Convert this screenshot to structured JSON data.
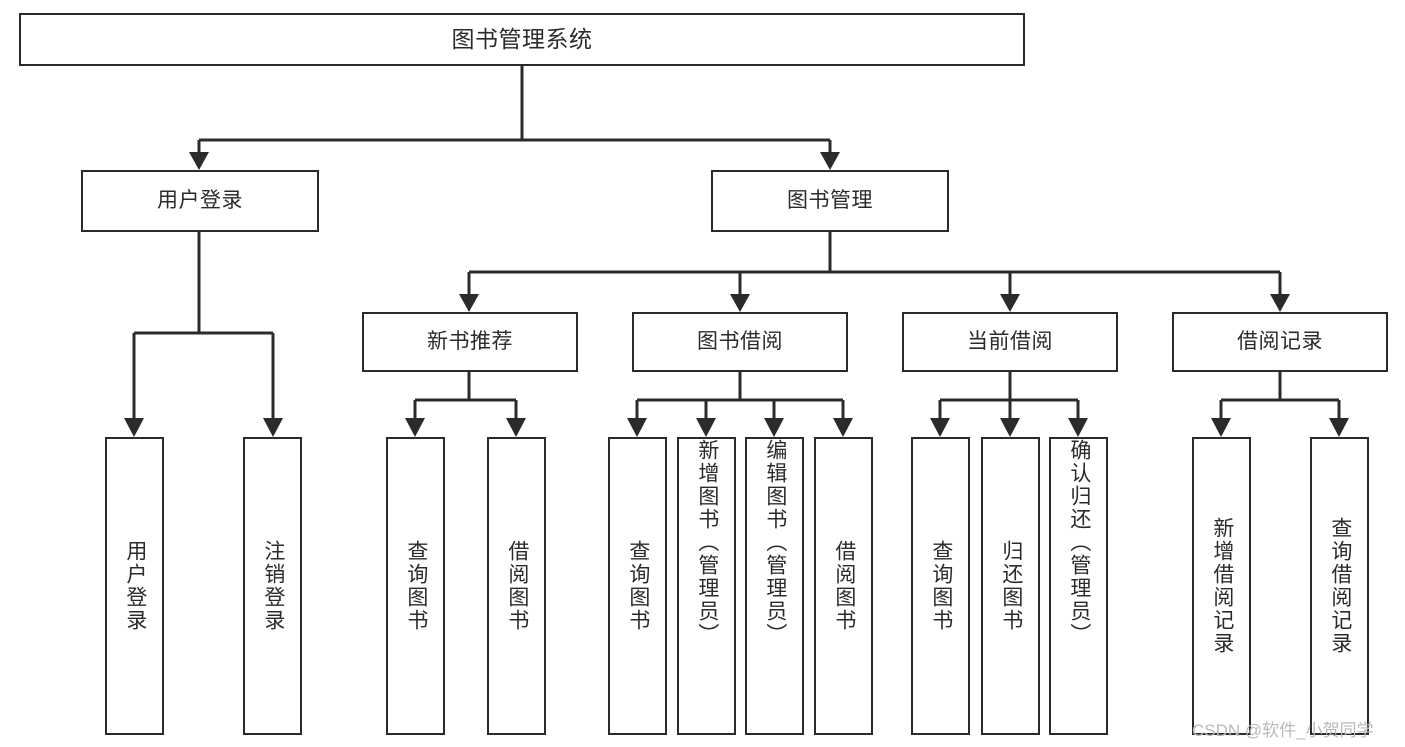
{
  "diagram": {
    "title_node": {
      "label": "图书管理系统"
    },
    "level1": [
      {
        "id": "user-login",
        "label": "用户登录"
      },
      {
        "id": "book-management",
        "label": "图书管理"
      }
    ],
    "level2": [
      {
        "id": "new-book-recommend",
        "label": "新书推荐"
      },
      {
        "id": "book-borrow",
        "label": "图书借阅"
      },
      {
        "id": "current-borrow",
        "label": "当前借阅"
      },
      {
        "id": "borrow-record",
        "label": "借阅记录"
      }
    ],
    "leaves": [
      {
        "id": "leaf-user-login",
        "parent": "user-login",
        "label": "用户登录"
      },
      {
        "id": "leaf-user-logout",
        "parent": "user-login",
        "label": "注销登录"
      },
      {
        "id": "leaf-query-book-1",
        "parent": "new-book-recommend",
        "label": "查询图书"
      },
      {
        "id": "leaf-borrow-book-1",
        "parent": "new-book-recommend",
        "label": "借阅图书"
      },
      {
        "id": "leaf-query-book-2",
        "parent": "book-borrow",
        "label": "查询图书"
      },
      {
        "id": "leaf-add-book",
        "parent": "book-borrow",
        "label": "新增图书（管理员）"
      },
      {
        "id": "leaf-edit-book",
        "parent": "book-borrow",
        "label": "编辑图书（管理员）"
      },
      {
        "id": "leaf-borrow-book-2",
        "parent": "book-borrow",
        "label": "借阅图书"
      },
      {
        "id": "leaf-query-book-3",
        "parent": "current-borrow",
        "label": "查询图书"
      },
      {
        "id": "leaf-return-book",
        "parent": "current-borrow",
        "label": "归还图书"
      },
      {
        "id": "leaf-confirm-return",
        "parent": "current-borrow",
        "label": "确认归还（管理员）"
      },
      {
        "id": "leaf-add-record",
        "parent": "borrow-record",
        "label": "新增借阅记录"
      },
      {
        "id": "leaf-query-record",
        "parent": "borrow-record",
        "label": "查询借阅记录"
      }
    ],
    "watermark": "CSDN @软件_小贺同学",
    "colors": {
      "stroke": "#2b2b2b",
      "background": "#ffffff",
      "text": "#2b2b2b",
      "watermark": "#b9b9b9"
    }
  }
}
